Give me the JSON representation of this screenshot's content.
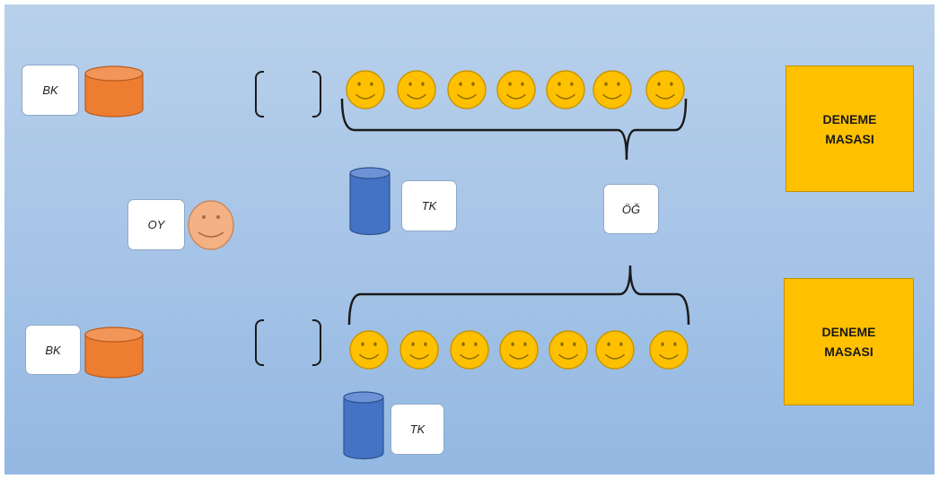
{
  "labels": {
    "bk_top": "BK",
    "bk_bottom": "BK",
    "oy": "OY",
    "tk_top": "TK",
    "tk_bottom": "TK",
    "og": "ÖĞ"
  },
  "tables": {
    "top": {
      "line1": "DENEME",
      "line2": "MASASI"
    },
    "bottom": {
      "line1": "DENEME",
      "line2": "MASASI"
    }
  },
  "rows": {
    "top_smiley_count": 7,
    "bottom_smiley_count": 7
  },
  "colors": {
    "background_top": "#b8d0ea",
    "background_bottom": "#93b8e2",
    "orange_cylinder": "#ed7d31",
    "blue_cylinder": "#4472c4",
    "smiley_yellow": "#ffc000",
    "smiley_salmon": "#f4b183",
    "table_gold": "#ffc000"
  },
  "icons": [
    "orange-cylinder-icon",
    "blue-cylinder-icon",
    "smiley-face-icon",
    "curly-brace-icon",
    "bracket-icon"
  ]
}
